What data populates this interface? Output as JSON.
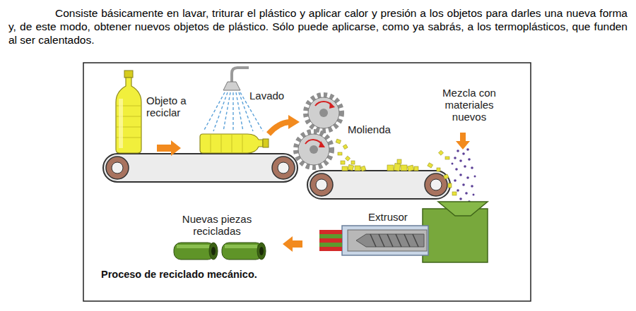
{
  "diagram": {
    "caption": "Proceso de reciclado mecánico.",
    "labels": [
      "Consiste básicamente en lavar, triturar el plástico y aplicar calor y presión a los objetos para darles una nueva forma y, de este modo, obtener nuevos objetos de plástico. Sólo puede aplicarse, como ya sabrás, a los termoplásticos, que funden al ser calentados.",
      "Objeto a reciclar",
      "Lavado",
      "Molienda",
      "Mezcla con materiales nuevos",
      "Extrusor",
      "Nuevas piezas recicladas"
    ]
  }
}
